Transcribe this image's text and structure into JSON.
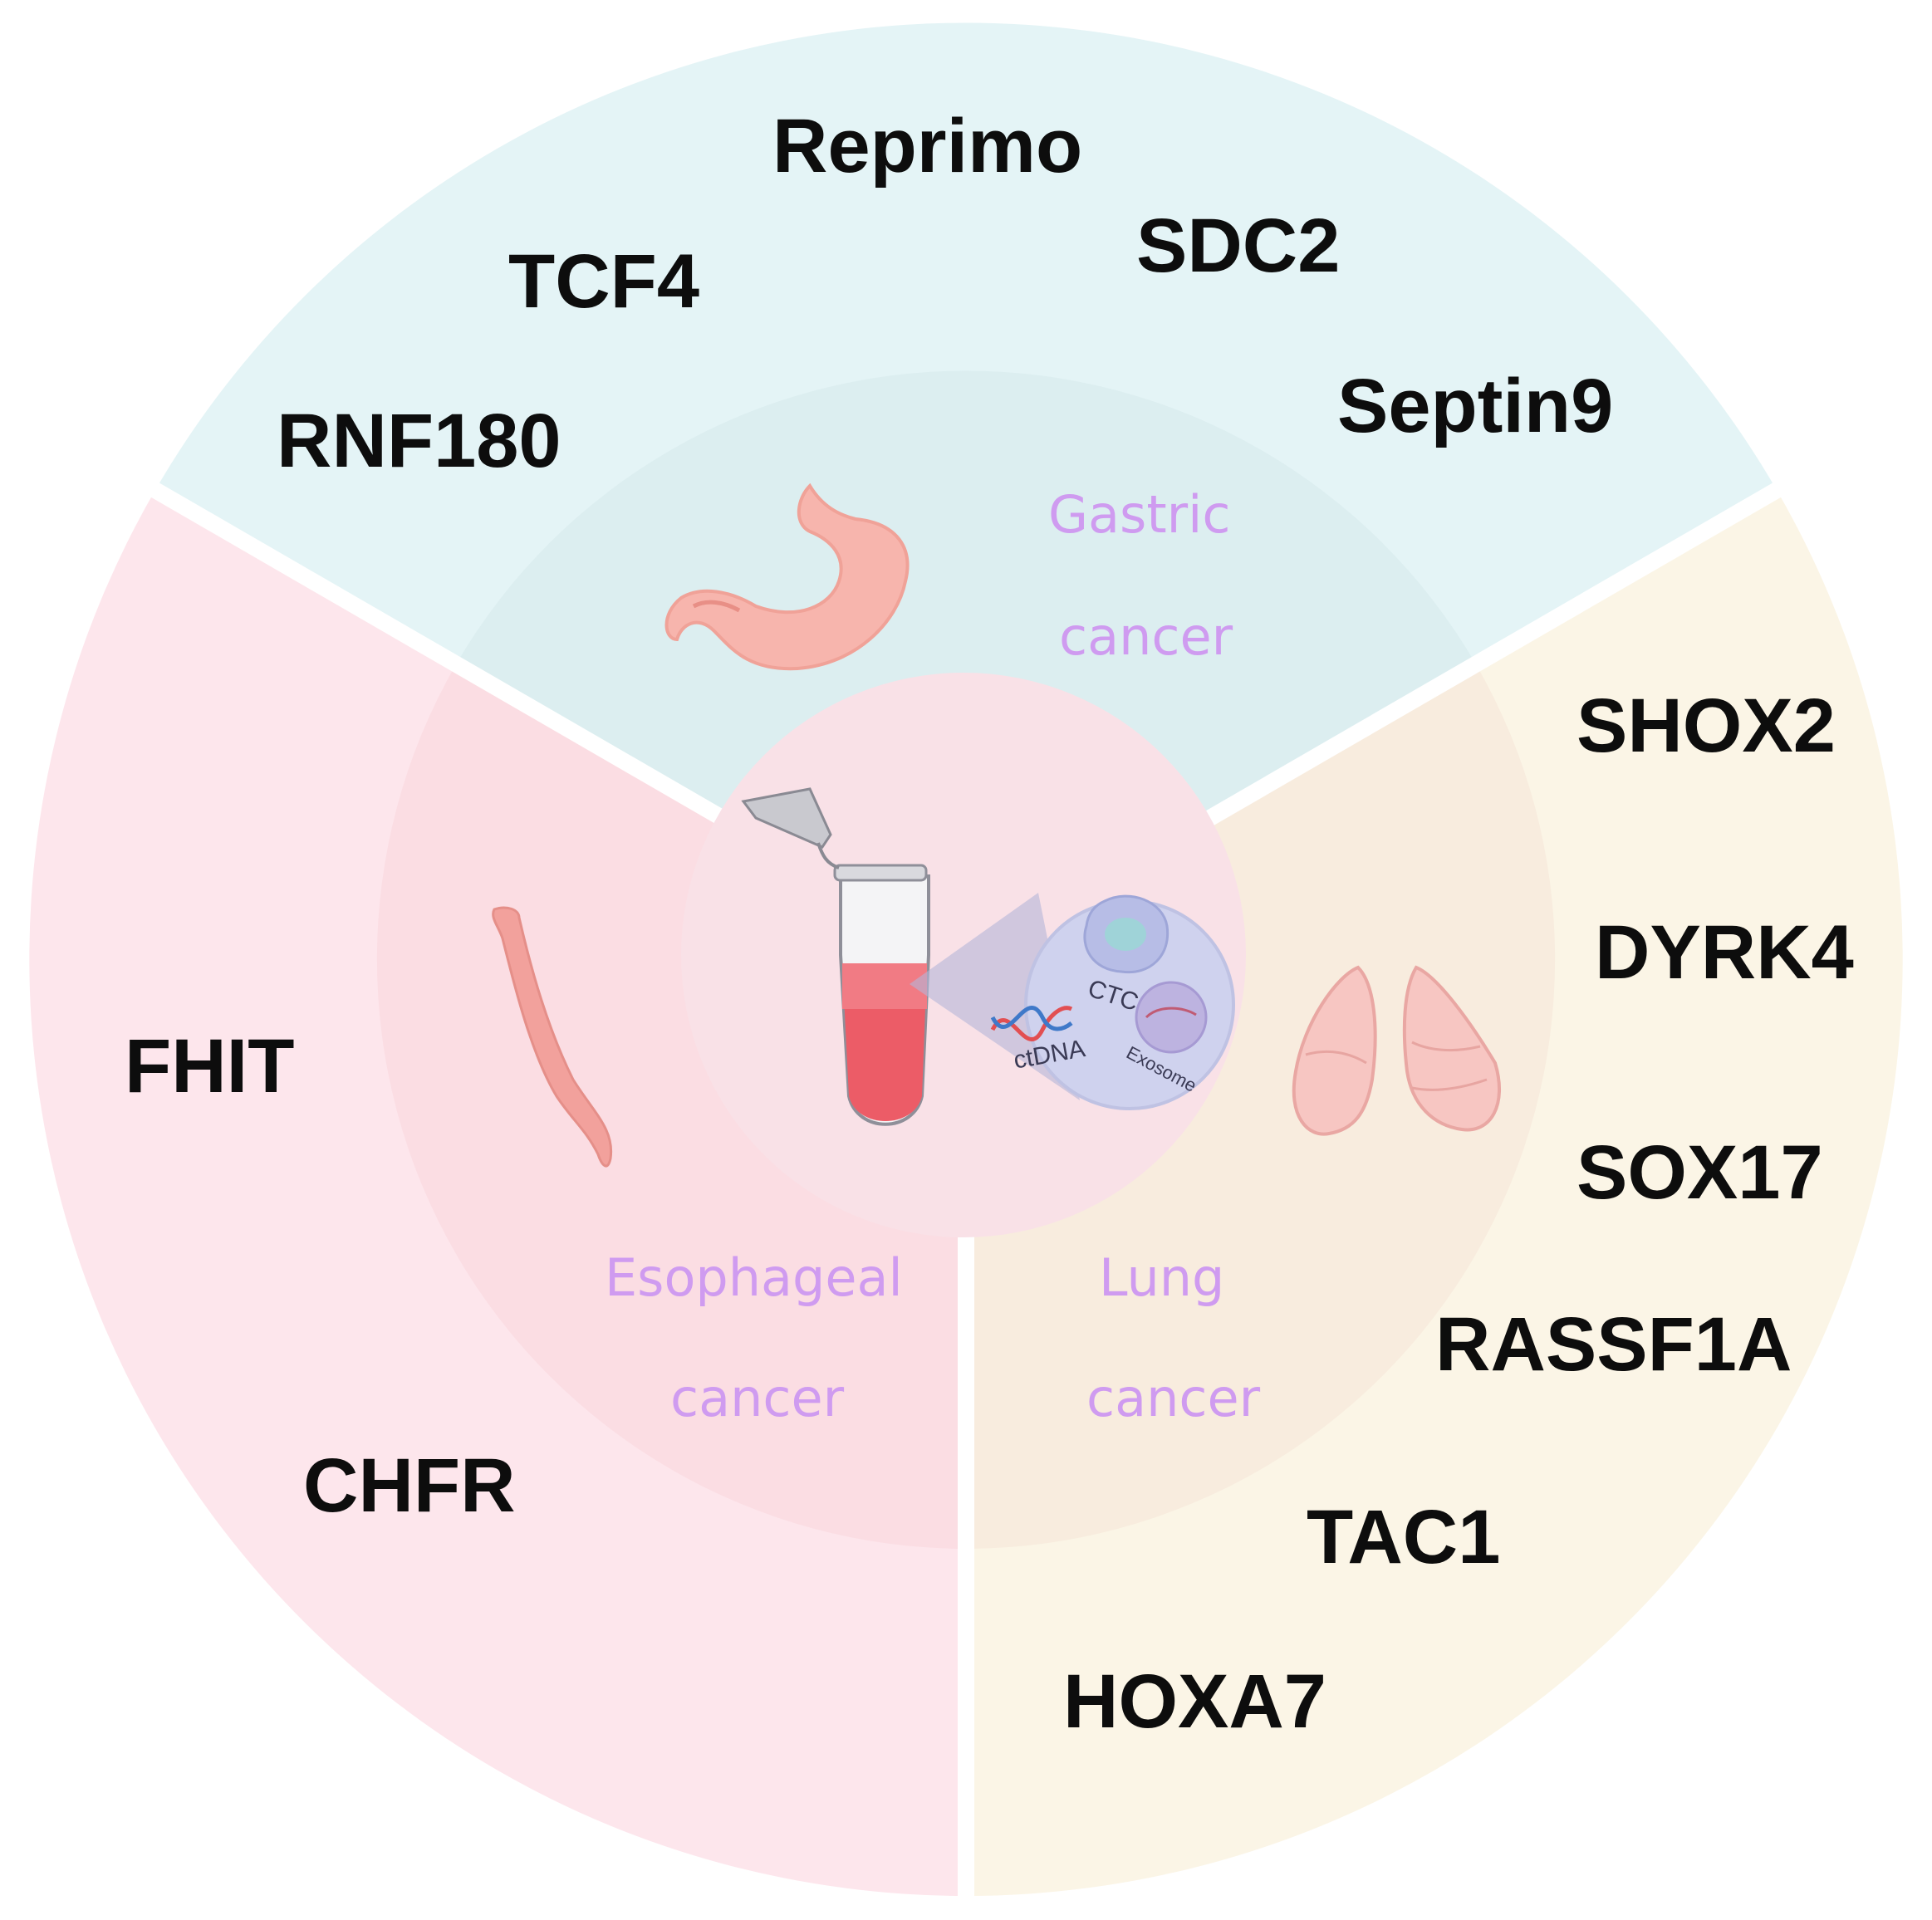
{
  "diagram": {
    "segments": [
      {
        "id": "gastric",
        "cancer_lines": [
          "Gastric",
          "cancer"
        ],
        "outer_color": "#e4f4f6",
        "inner_color": "#dceef0",
        "organ_icon": "stomach-icon",
        "genes": [
          "Reprimo",
          "SDC2",
          "TCF4",
          "Septin9",
          "RNF180"
        ]
      },
      {
        "id": "lung",
        "cancer_lines": [
          "Lung",
          "cancer"
        ],
        "outer_color": "#fbf5e6",
        "inner_color": "#f8ecde",
        "organ_icon": "lungs-icon",
        "genes": [
          "SHOX2",
          "DYRK4",
          "SOX17",
          "RASSF1A",
          "TAC1",
          "HOXA7"
        ]
      },
      {
        "id": "esophageal",
        "cancer_lines": [
          "Esophageal",
          "cancer"
        ],
        "outer_color": "#fde6ec",
        "inner_color": "#fbdde3",
        "organ_icon": "esophagus-icon",
        "genes": [
          "FHIT",
          "CHFR"
        ]
      }
    ],
    "center": {
      "color": "#f9e1e7",
      "tube_icon": "blood-tube-icon",
      "inset_labels": {
        "ctc": "CTC",
        "ctdna": "ctDNA",
        "exosome": "Exosome"
      }
    }
  }
}
